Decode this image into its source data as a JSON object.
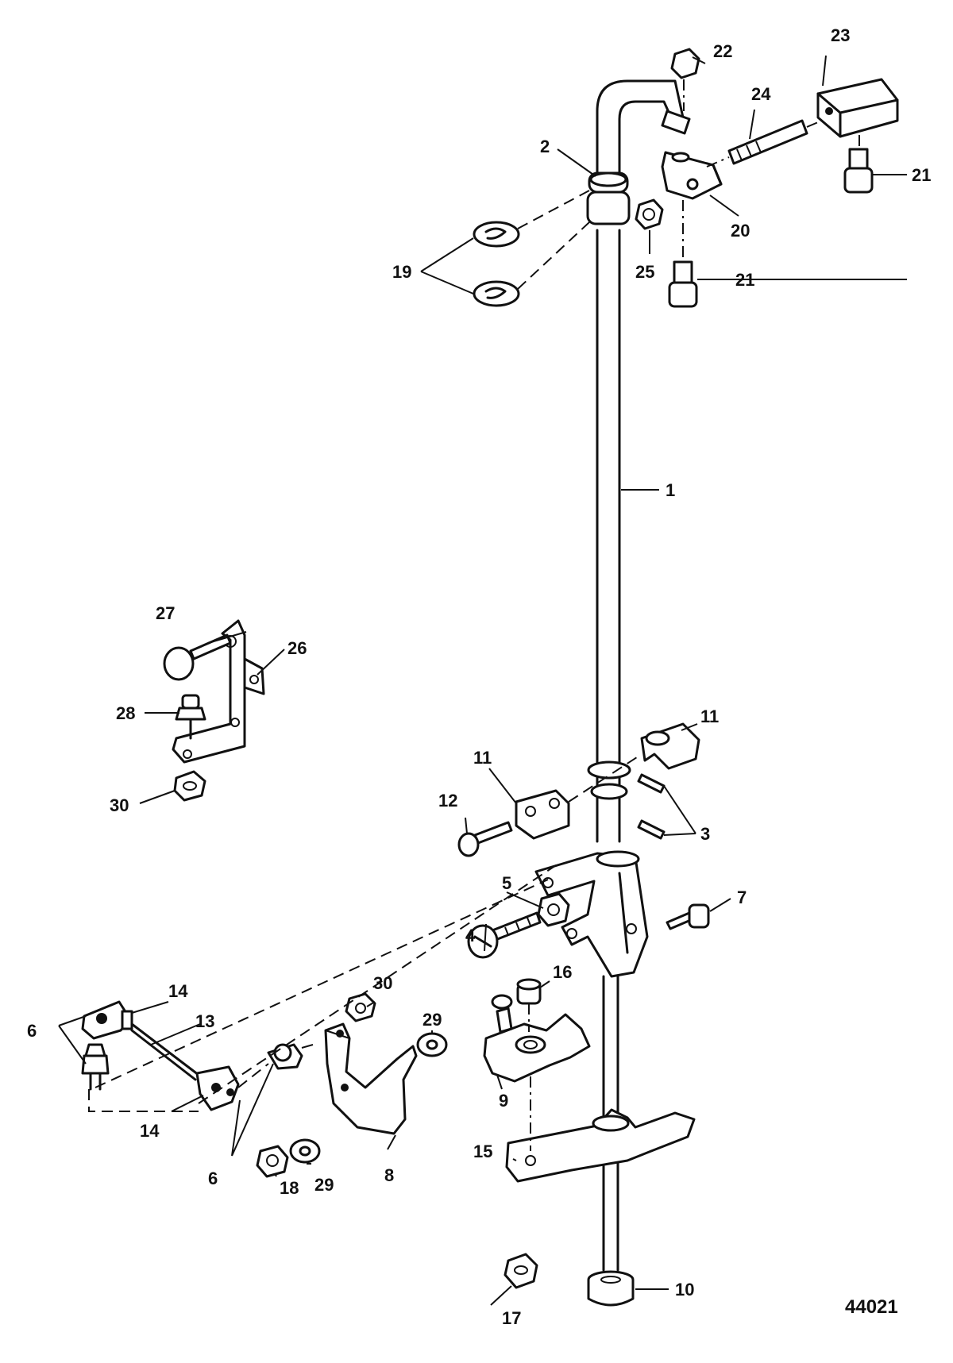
{
  "figure_number": "44021",
  "callouts": {
    "c1": "1",
    "c2": "2",
    "c3": "3",
    "c4": "4",
    "c5": "5",
    "c6a": "6",
    "c6b": "6",
    "c7": "7",
    "c8": "8",
    "c9": "9",
    "c10": "10",
    "c11a": "11",
    "c11b": "11",
    "c12": "12",
    "c13": "13",
    "c14a": "14",
    "c14b": "14",
    "c15": "15",
    "c16": "16",
    "c17": "17",
    "c18": "18",
    "c19": "19",
    "c20": "20",
    "c21a": "21",
    "c21b": "21",
    "c22": "22",
    "c23": "23",
    "c24": "24",
    "c25": "25",
    "c26": "26",
    "c27": "27",
    "c28": "28",
    "c29a": "29",
    "c29b": "29",
    "c30a": "30",
    "c30b": "30"
  }
}
